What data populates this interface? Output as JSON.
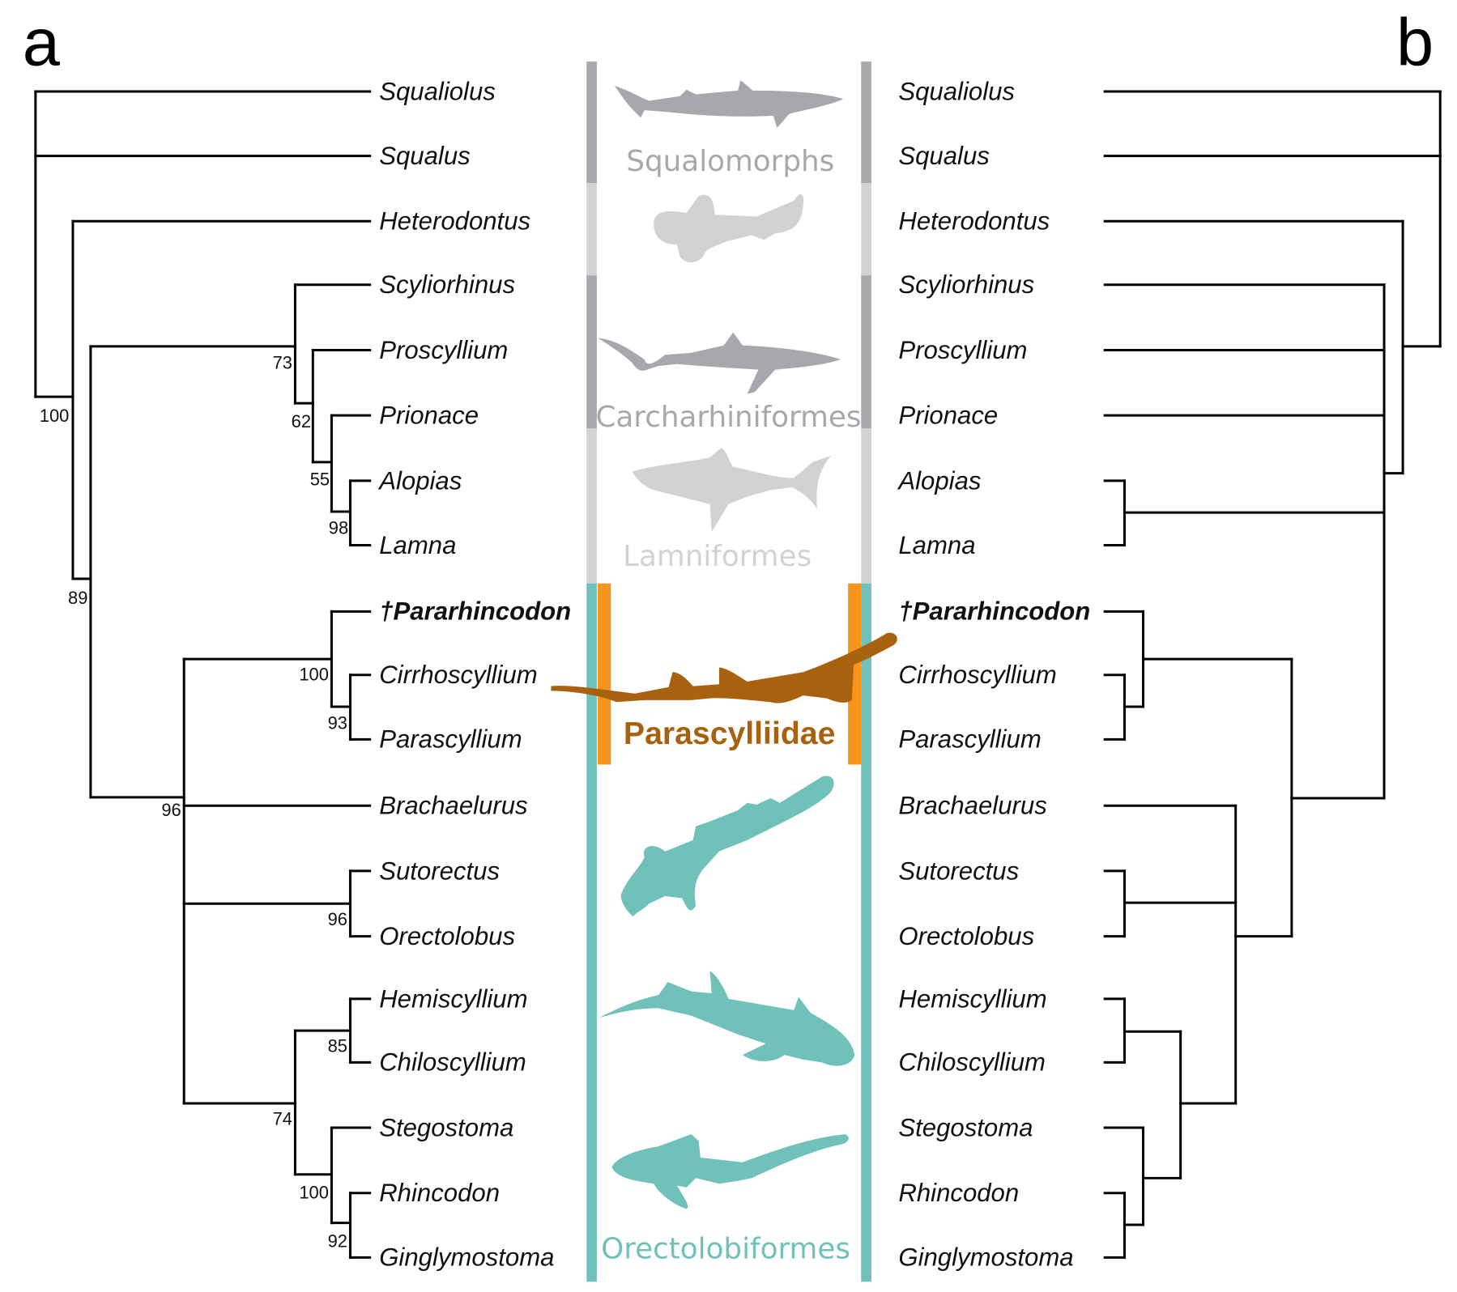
{
  "panels": {
    "a": "a",
    "b": "b"
  },
  "taxa": [
    "Squaliolus",
    "Squalus",
    "Heterodontus",
    "Scyliorhinus",
    "Proscyllium",
    "Prionace",
    "Alopias",
    "Lamna",
    "†Pararhincodon",
    "Cirrhoscyllium",
    "Parascyllium",
    "Brachaelurus",
    "Sutorectus",
    "Orectolobus",
    "Hemiscyllium",
    "Chiloscyllium",
    "Stegostoma",
    "Rhincodon",
    "Ginglymostoma"
  ],
  "fossil_taxon_index": 8,
  "support_values_tree_a": [
    "100",
    "73",
    "62",
    "55",
    "98",
    "89",
    "100",
    "93",
    "96",
    "96",
    "85",
    "74",
    "100",
    "92"
  ],
  "groups": {
    "squalomorphs": "Squalomorphs",
    "carcharhiniformes": "Carcharhiniformes",
    "lamniformes": "Lamniformes",
    "parascylliidae": "Parascylliidae",
    "orectolobiformes": "Orectolobiformes"
  },
  "colors": {
    "dark_gray": "#a7a8ab",
    "light_gray": "#d1d2d4",
    "teal": "#6fc1b9",
    "orange": "#f7941d",
    "brown": "#a8620f"
  }
}
